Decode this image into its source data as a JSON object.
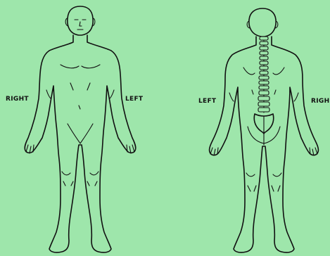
{
  "front_view": {
    "right_label": "RIGHT",
    "left_label": "LEFT"
  },
  "back_view": {
    "left_label": "LEFT",
    "right_label": "RIGH"
  },
  "colors": {
    "background": "#9ee6ab",
    "line": "#111111"
  }
}
